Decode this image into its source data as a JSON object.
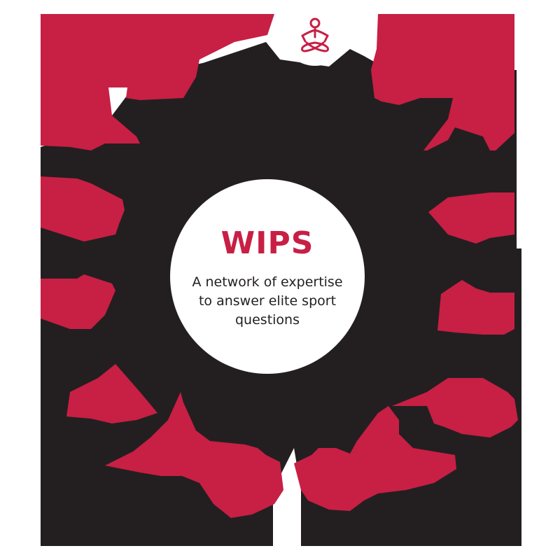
{
  "diagram": {
    "center": {
      "title": "WIPS",
      "subtitle": "A network of expertise to answer elite sport questions"
    },
    "top_icon": "meditation-person-icon",
    "segments_count": 12
  },
  "colors": {
    "accent": "#c81f45",
    "dark": "#231f20",
    "background": "#ffffff"
  }
}
